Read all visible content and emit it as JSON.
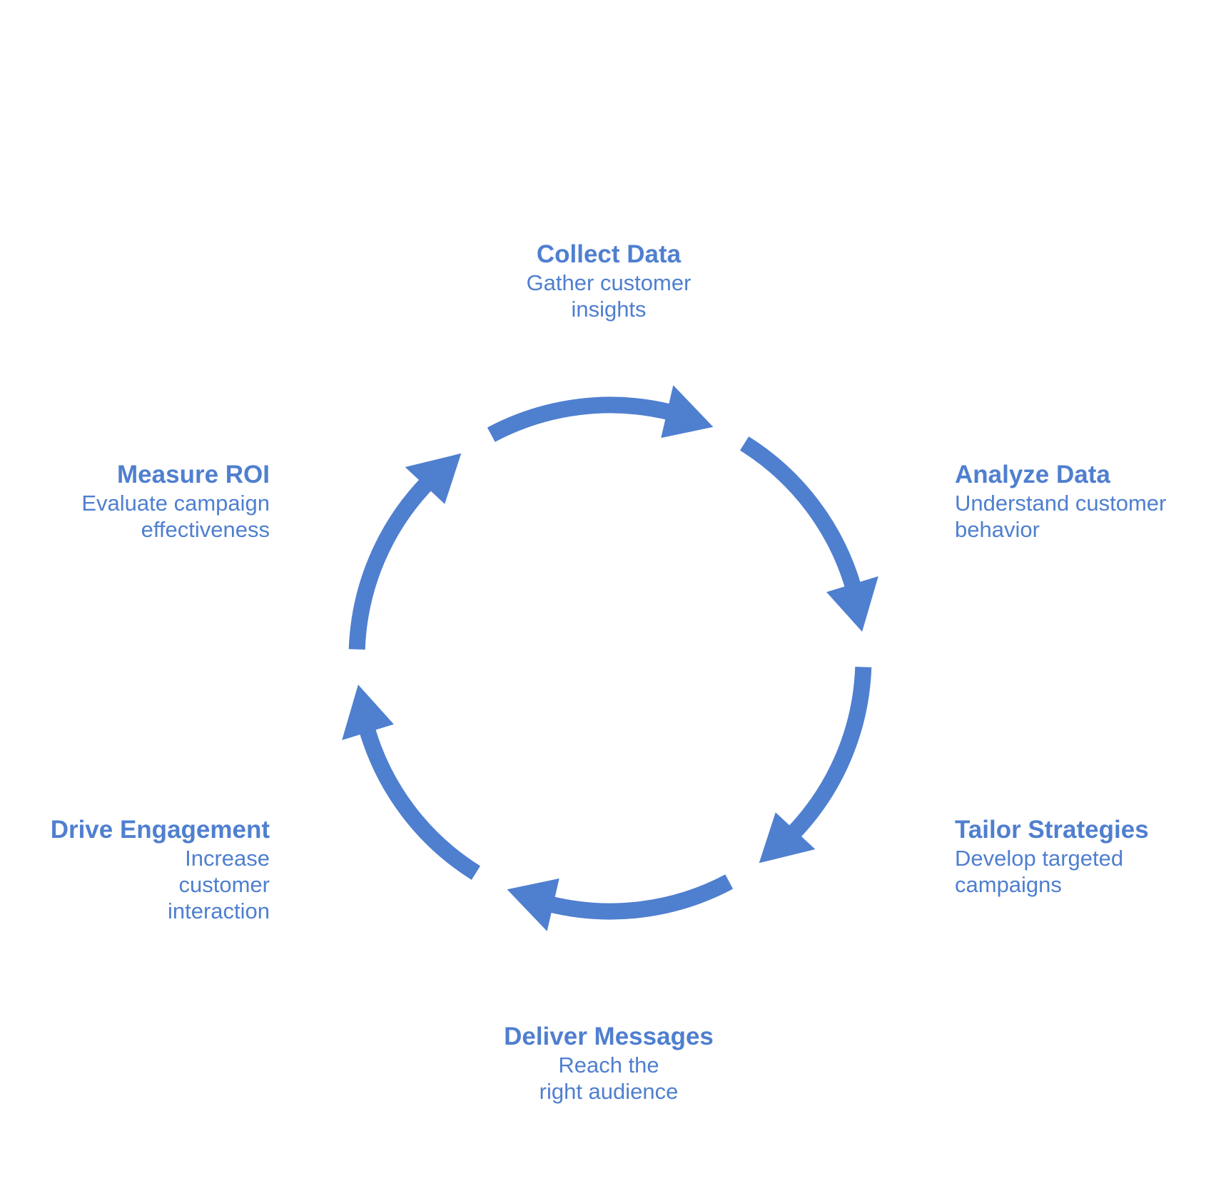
{
  "colors": {
    "accent": "#4f7fcf"
  },
  "steps": [
    {
      "title": "Collect Data",
      "description": "Gather customer insights"
    },
    {
      "title": "Analyze Data",
      "description": "Understand customer behavior"
    },
    {
      "title": "Tailor Strategies",
      "description": "Develop targeted campaigns"
    },
    {
      "title": "Deliver Messages",
      "description": "Reach the right audience"
    },
    {
      "title": "Drive Engagement",
      "description": "Increase customer interaction"
    },
    {
      "title": "Measure ROI",
      "description": "Evaluate campaign effectiveness"
    }
  ]
}
